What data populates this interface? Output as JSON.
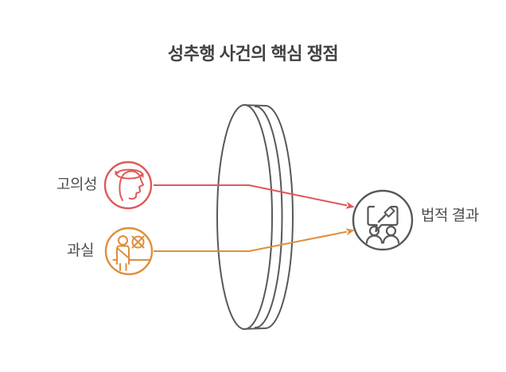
{
  "title": "성추행 사건의 핵심 쟁점",
  "colors": {
    "background": "#ffffff",
    "red": "#e05858",
    "orange": "#df8e3c",
    "gray": "#57585a",
    "title_text": "#424243",
    "label_text": "#4d4d4e"
  },
  "inputs": [
    {
      "label": "고의성",
      "icon": "spinning-head-icon",
      "color": "#e05858"
    },
    {
      "label": "과실",
      "icon": "person-prohibited-icon",
      "color": "#df8e3c"
    }
  ],
  "lens": {
    "icon": "lens-disc-shape",
    "color": "#57585a"
  },
  "output": {
    "label": "법적 결과",
    "icon": "gavel-speech-people-icon",
    "color": "#57585a"
  }
}
